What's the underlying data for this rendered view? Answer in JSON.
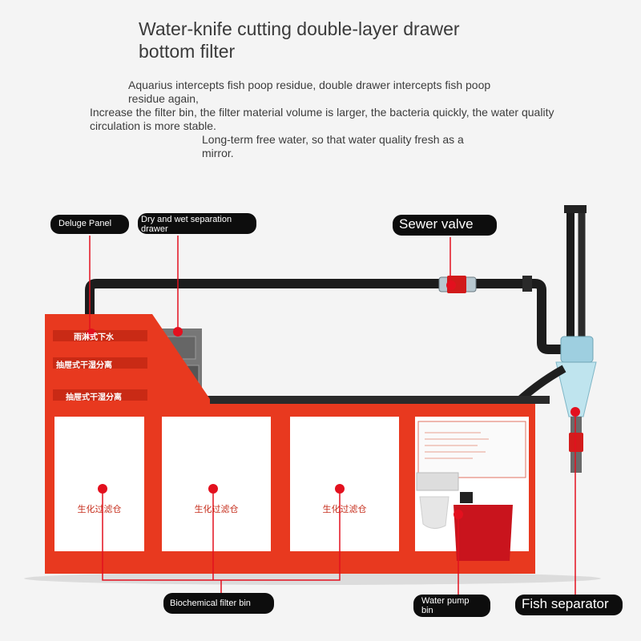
{
  "title": "Water-knife cutting double-layer drawer bottom filter",
  "description": {
    "line1": "Aquarius intercepts fish poop residue, double drawer intercepts fish poop residue again,",
    "line2": "Increase the filter bin, the filter material volume is larger, the bacteria quickly, the water quality circulation is more stable.",
    "line3": "Long-term free water, so that water quality fresh as a mirror."
  },
  "callouts": {
    "deluge_panel": "Deluge Panel",
    "dry_wet_drawer": "Dry and wet separation drawer",
    "sewer_valve": "Sewer valve",
    "biochem_bin": "Biochemical filter bin",
    "water_pump_bin": "Water pump bin",
    "fish_separator": "Fish separator"
  },
  "tank_labels": {
    "row1": "雨淋式下水",
    "row2": "抽屉式干湿分离",
    "row3": "抽屉式干湿分离",
    "bin1": "生化过滤仓",
    "bin2": "生化过滤仓",
    "bin3": "生化过滤仓"
  },
  "colors": {
    "tank_red": "#e8391f",
    "marker_red": "#e3101e",
    "pipe_black": "#1c1c1c",
    "pill_black": "#0d0d0d"
  }
}
